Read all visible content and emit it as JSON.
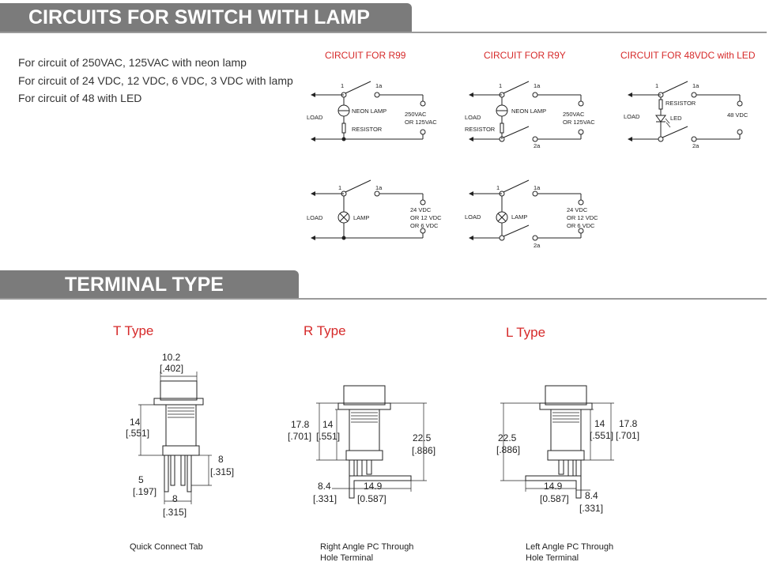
{
  "header": {
    "circuits_title": "CIRCUITS FOR SWITCH WITH LAMP",
    "terminal_title": "TERMINAL TYPE"
  },
  "descriptions": [
    "For circuit of 250VAC, 125VAC with neon lamp",
    "For circuit of 24 VDC, 12 VDC, 6 VDC, 3 VDC with lamp",
    "For circuit of 48 with LED"
  ],
  "circuits": {
    "r99": {
      "title": "CIRCUIT FOR R99",
      "load": "LOAD",
      "neon": "NEON LAMP",
      "resistor": "RESISTOR",
      "v1": "250VAC",
      "v2": "OR 125VAC",
      "t1": "1",
      "t1a": "1a"
    },
    "r9y": {
      "title": "CIRCUIT FOR R9Y",
      "load": "LOAD",
      "neon": "NEON LAMP",
      "resistor": "RESISTOR",
      "v1": "250VAC",
      "v2": "OR 125VAC",
      "t1": "1",
      "t1a": "1a",
      "t2a": "2a"
    },
    "led": {
      "title": "CIRCUIT FOR 48VDC with LED",
      "load": "LOAD",
      "resistor": "RESISTOR",
      "led": "LED",
      "v1": "48 VDC",
      "t1": "1",
      "t1a": "1a",
      "t2a": "2a"
    },
    "lamp1": {
      "load": "LOAD",
      "lamp": "LAMP",
      "v1": "24 VDC",
      "v2": "OR 12 VDC",
      "v3": "OR 6 VDC",
      "t1": "1",
      "t1a": "1a"
    },
    "lamp2": {
      "load": "LOAD",
      "lamp": "LAMP",
      "v1": "24 VDC",
      "v2": "OR 12 VDC",
      "v3": "OR 6 VDC",
      "t1": "1",
      "t1a": "1a",
      "t2a": "2a"
    }
  },
  "terminals": {
    "t": {
      "title": "T Type",
      "caption": "Quick Connect Tab",
      "d_width": "10.2",
      "d_width_in": "[.402]",
      "d_body": "14",
      "d_body_in": "[.551]",
      "d_pin": "8",
      "d_pin_in": "[.315]",
      "d_gap": "5",
      "d_gap_in": "[.197]",
      "d_span": "8",
      "d_span_in": "[.315]"
    },
    "r": {
      "title": "R Type",
      "caption1": "Right Angle PC Through",
      "caption2": "Hole Terminal",
      "d_total": "17.8",
      "d_total_in": "[.701]",
      "d_body": "14",
      "d_body_in": "[.551]",
      "d_height": "22.5",
      "d_height_in": "[.886]",
      "d_off": "8.4",
      "d_off_in": "[.331]",
      "d_len": "14.9",
      "d_len_in": "[0.587]"
    },
    "l": {
      "title": "L Type",
      "caption1": "Left Angle PC Through",
      "caption2": "Hole Terminal",
      "d_height": "22.5",
      "d_height_in": "[.886]",
      "d_body": "14",
      "d_body_in": "[.551]",
      "d_total": "17.8",
      "d_total_in": "[.701]",
      "d_len": "14.9",
      "d_len_in": "[0.587]",
      "d_off": "8.4",
      "d_off_in": "[.331]"
    }
  }
}
